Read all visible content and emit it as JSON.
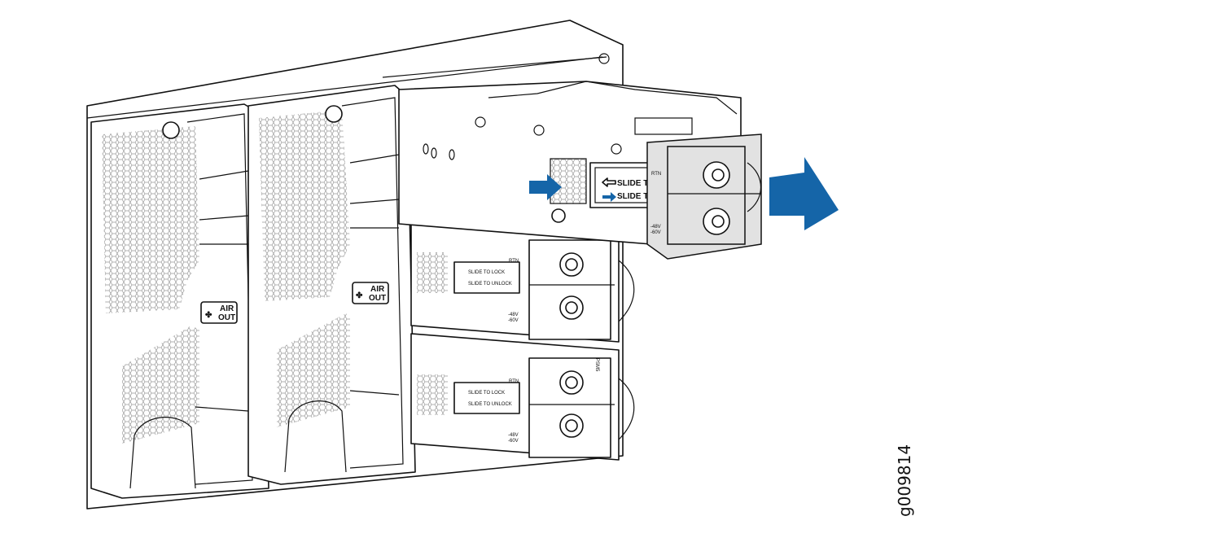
{
  "labels": {
    "slide_to_lock": "SLIDE TO LOCK",
    "slide_to_unlock": "SLIDE TO UNLOCK",
    "air": "AIR",
    "out": "OUT",
    "rtn": "RTN",
    "neg48v": "-48V",
    "neg60v": "-60V",
    "psm": "PSM5"
  },
  "figure_id": "g009814",
  "colors": {
    "arrow": "#1565a8",
    "line": "#111111",
    "module": "#e2e2e2"
  }
}
